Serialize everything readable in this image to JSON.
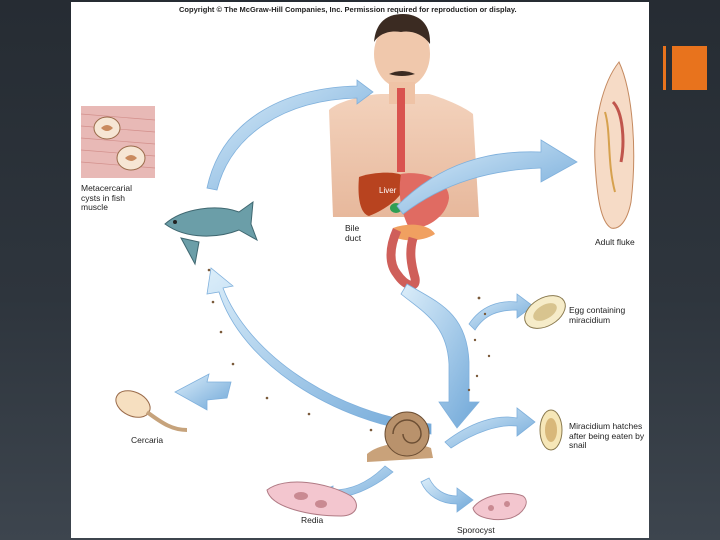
{
  "slide": {
    "copyright": "Copyright © The McGraw-Hill Companies, Inc. Permission required for reproduction or display.",
    "accent_color": "#e8731d"
  },
  "labels": {
    "metacercarial": "Metacercarial\ncysts in fish\nmuscle",
    "liver": "Liver",
    "bile_duct": "Bile\nduct",
    "adult_fluke": "Adult fluke",
    "egg": "Egg containing\nmiracidium",
    "miracidium": "Miracidium hatches\nafter being eaten by\nsnail",
    "cercaria": "Cercaria",
    "redia": "Redia",
    "sporocyst": "Sporocyst"
  }
}
